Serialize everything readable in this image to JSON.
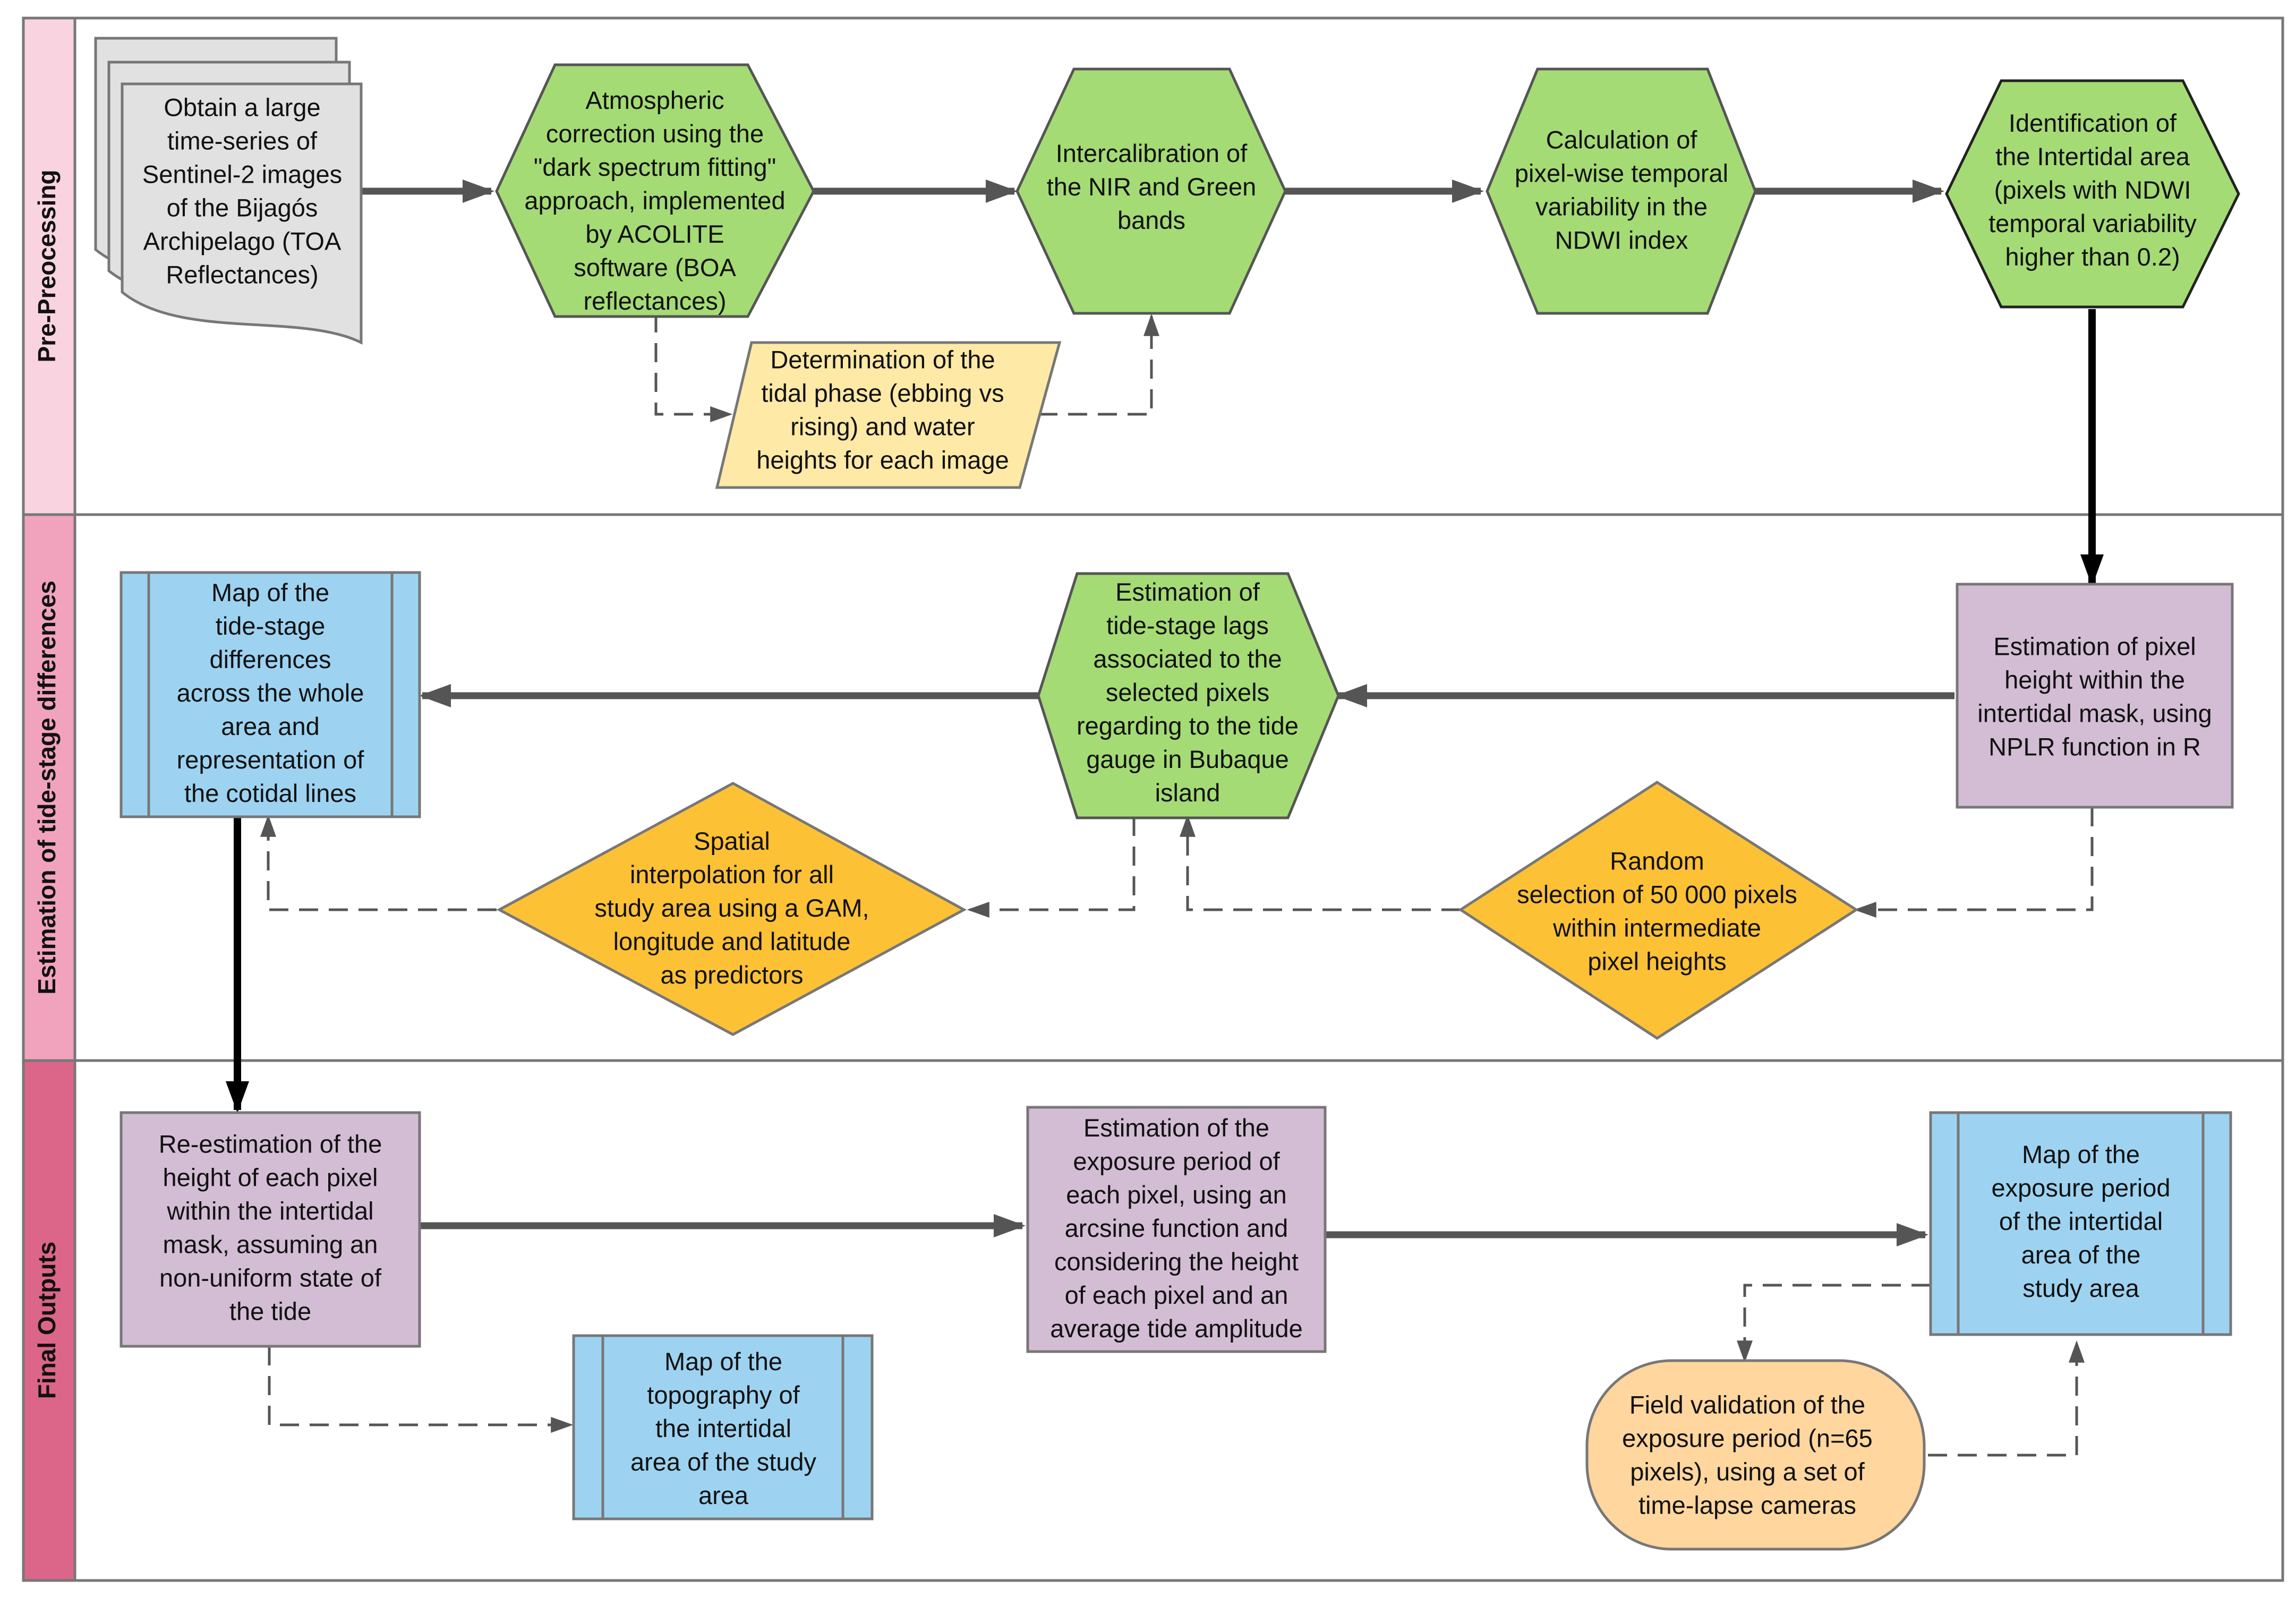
{
  "lanes": {
    "preprocessing": {
      "title": "Pre-Preocessing",
      "color": "#F9D4E0"
    },
    "estimation": {
      "title": "Estimation of tide-stage differences",
      "color": "#F1A3BE"
    },
    "outputs": {
      "title": "Final Outputs",
      "color": "#DC6689"
    }
  },
  "colors": {
    "hexagon_green": "#A5DB75",
    "parallelogram_yellow": "#FFE9A6",
    "diamond_orange": "#FDC136",
    "process_purple": "#D3BDD4",
    "subprocess_blue": "#9DD3F1",
    "terminal_peach": "#FED69E",
    "document_gray": "#E1E1E1",
    "arrow_gray": "#555555",
    "arrow_black": "#000000"
  },
  "nodes": {
    "obtain_images": {
      "shape": "multi-document",
      "lines": [
        "Obtain a large",
        "time-series of",
        "Sentinel-2 images",
        "of the Bijagós",
        "Archipelago (TOA",
        "Reflectances)"
      ]
    },
    "atmospheric_correction": {
      "shape": "hexagon",
      "lines": [
        "Atmospheric",
        "correction using the",
        "\"dark spectrum fitting\"",
        "approach, implemented",
        "by ACOLITE",
        "software (BOA",
        "reflectances)"
      ]
    },
    "intercalibration": {
      "shape": "hexagon",
      "lines": [
        "Intercalibration of",
        "the NIR and Green",
        "bands"
      ]
    },
    "temporal_variability": {
      "shape": "hexagon",
      "lines": [
        "Calculation of",
        "pixel-wise temporal",
        "variability in the",
        "NDWI index"
      ]
    },
    "intertidal_identification": {
      "shape": "hexagon",
      "lines": [
        "Identification of",
        "the Intertidal area",
        "(pixels with NDWI",
        "temporal variability",
        "higher than 0.2)"
      ]
    },
    "tidal_phase": {
      "shape": "parallelogram",
      "lines": [
        "Determination of the",
        "tidal phase (ebbing vs",
        "rising) and water",
        "heights for each image"
      ]
    },
    "pixel_height_nplr": {
      "shape": "process",
      "lines": [
        "Estimation of pixel",
        "height within the",
        "intertidal mask, using",
        "NPLR function in R"
      ]
    },
    "tide_stage_lags": {
      "shape": "hexagon",
      "lines": [
        "Estimation of",
        "tide-stage lags",
        "associated to the",
        "selected pixels",
        "regarding to the tide",
        "gauge in Bubaque",
        "island"
      ]
    },
    "tide_stage_map": {
      "shape": "subprocess",
      "lines": [
        "Map of the",
        "tide-stage",
        "differences",
        "across the whole",
        "area and",
        "representation of",
        "the cotidal lines"
      ]
    },
    "spatial_interpolation": {
      "shape": "diamond",
      "lines": [
        "Spatial",
        "interpolation for all",
        "study area using a GAM,",
        "longitude and latitude",
        "as predictors"
      ]
    },
    "random_selection": {
      "shape": "diamond",
      "lines": [
        "Random",
        "selection of 50 000 pixels",
        "within intermediate",
        "pixel heights"
      ]
    },
    "height_reestimation": {
      "shape": "process",
      "lines": [
        "Re-estimation  of the",
        "height of each pixel",
        "within the intertidal",
        "mask, assuming an",
        "non-uniform state of",
        "the tide"
      ]
    },
    "exposure_estimation": {
      "shape": "process",
      "lines": [
        "Estimation of the",
        "exposure period of",
        "each pixel, using an",
        "arcsine function and",
        "considering the height",
        "of each pixel and an",
        "average tide amplitude"
      ]
    },
    "exposure_map": {
      "shape": "subprocess",
      "lines": [
        "Map of the",
        "exposure period",
        "of the intertidal",
        "area  of the",
        "study area"
      ]
    },
    "topography_map": {
      "shape": "subprocess",
      "lines": [
        "Map of the",
        "topography of",
        "the intertidal",
        "area of the study",
        "area"
      ]
    },
    "field_validation": {
      "shape": "terminal",
      "lines": [
        "Field validation of the",
        "exposure period (n=65",
        "pixels), using a set of",
        "time-lapse cameras"
      ]
    }
  }
}
